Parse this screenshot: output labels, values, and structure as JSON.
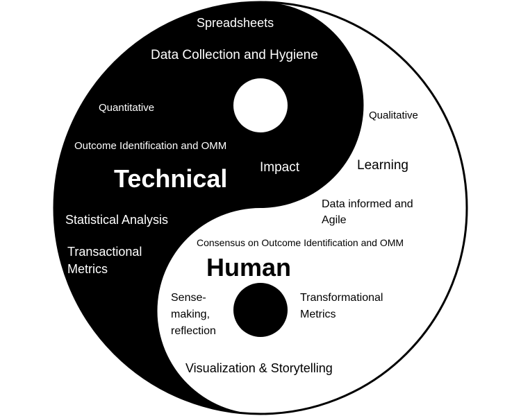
{
  "technical": {
    "title": "Technical",
    "items": {
      "spreadsheets": "Spreadsheets",
      "data_collection": "Data Collection and Hygiene",
      "quantitative": "Quantitative",
      "outcome_identification": "Outcome Identification and OMM",
      "impact": "Impact",
      "statistical_analysis": "Statistical Analysis",
      "transactional_metrics_line1": "Transactional",
      "transactional_metrics_line2": "Metrics"
    }
  },
  "human": {
    "title": "Human",
    "items": {
      "qualitative": "Qualitative",
      "learning": "Learning",
      "data_informed_line1": "Data informed and",
      "data_informed_line2": "Agile",
      "consensus": "Consensus on Outcome Identification and OMM",
      "sense_making_line1": "Sense-",
      "sense_making_line2": "making,",
      "sense_making_line3": "reflection",
      "transformational_line1": "Transformational",
      "transformational_line2": "Metrics",
      "visualization": "Visualization & Storytelling"
    }
  },
  "colors": {
    "dark": "#000000",
    "light": "#ffffff"
  }
}
